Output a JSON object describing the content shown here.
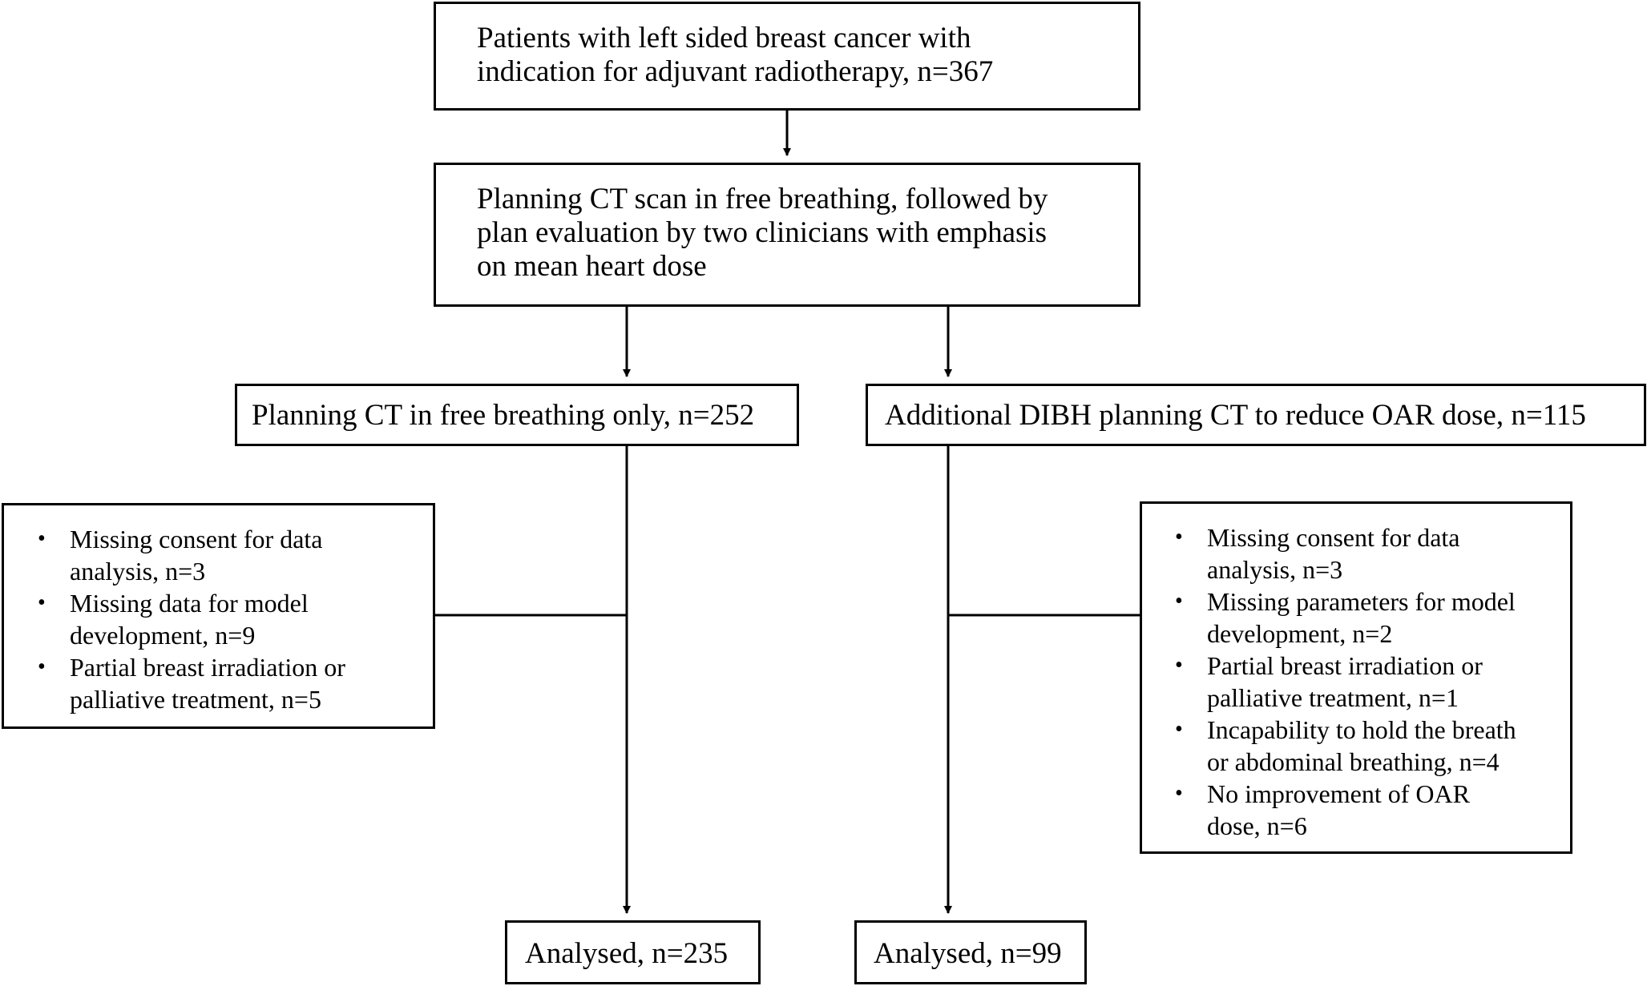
{
  "nodes": {
    "eligible": {
      "line1": "Patients with left sided breast cancer with",
      "line2": "indication for adjuvant radiotherapy, n=367"
    },
    "planning": {
      "line1": "Planning CT scan in free breathing, followed by",
      "line2": "plan evaluation by two clinicians with emphasis",
      "line3": "on mean heart dose"
    },
    "free_breathing": {
      "label": "Planning CT in free breathing only, n=252"
    },
    "dibh": {
      "label": "Additional DIBH planning CT to reduce OAR dose, n=115"
    },
    "exclusions_left": {
      "bullet": "•",
      "items": [
        [
          "Missing consent for data",
          "analysis, n=3"
        ],
        [
          "Missing data for model",
          "development, n=9"
        ],
        [
          "Partial breast irradiation or",
          "palliative treatment, n=5"
        ]
      ]
    },
    "exclusions_right": {
      "bullet": "•",
      "items": [
        [
          "Missing consent for data",
          "analysis, n=3"
        ],
        [
          "Missing parameters for model",
          "development, n=2"
        ],
        [
          "Partial breast irradiation or",
          "palliative treatment, n=1"
        ],
        [
          "Incapability to hold the breath",
          "or abdominal breathing, n=4"
        ],
        [
          "No improvement of OAR",
          "dose, n=6"
        ]
      ]
    },
    "analysed_left": {
      "label": "Analysed, n=235"
    },
    "analysed_right": {
      "label": "Analysed, n=99"
    }
  }
}
